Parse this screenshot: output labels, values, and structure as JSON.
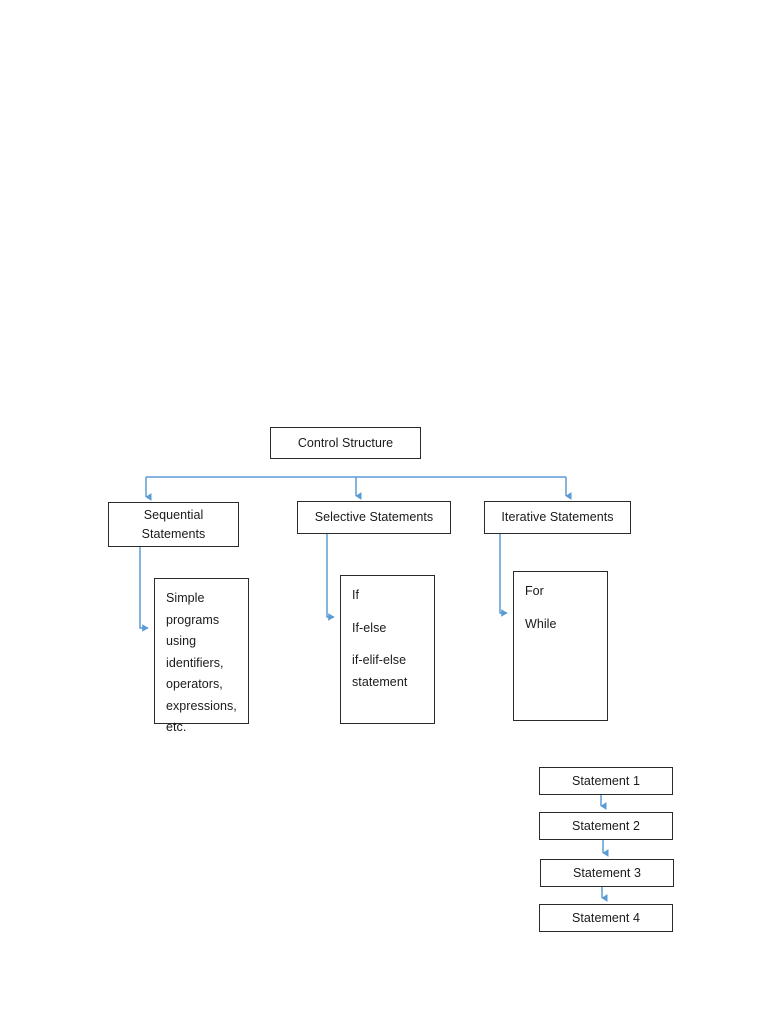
{
  "diagram": {
    "title_text": "Control Structure",
    "accent_color": "#5b9bd5",
    "border_color": "#2b2b2b",
    "background_color": "#ffffff",
    "root": {
      "label": "Control Structure"
    },
    "branches": [
      {
        "id": "sequential",
        "label_line_1": "Sequential",
        "label_line_2": "Statements",
        "detail_lines": [
          "Simple",
          "programs",
          "using",
          "identifiers,",
          "operators,",
          "expressions,",
          "etc."
        ]
      },
      {
        "id": "selective",
        "label_line_1": "Selective Statements",
        "label_line_2": "",
        "detail_lines": [
          "If",
          "If-else",
          "if-elif-else",
          "statement"
        ]
      },
      {
        "id": "iterative",
        "label_line_1": "Iterative Statements",
        "label_line_2": "",
        "detail_lines": [
          "For",
          "While"
        ]
      }
    ],
    "sequence_flow": {
      "steps": [
        {
          "label": "Statement 1"
        },
        {
          "label": "Statement 2"
        },
        {
          "label": "Statement 3"
        },
        {
          "label": "Statement 4"
        }
      ]
    }
  }
}
